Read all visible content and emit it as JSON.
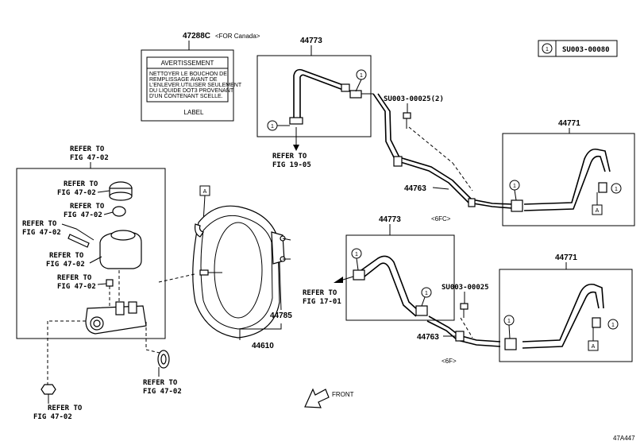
{
  "label_box": {
    "part_number": "47288C",
    "note": "<FOR Canada>",
    "heading": "AVERTISSEMENT",
    "text_lines": [
      "NETTOYER LE BOUCHON DE",
      "REMPLISSAGE AVANT DE",
      "L'ENLEVER.UTILISER SEULEMENT",
      "DU LIQUIDE DOT3 PROVENANT",
      "D'UN CONTENANT SCELLE."
    ],
    "caption": "LABEL"
  },
  "legend": {
    "circle": "1",
    "code": "SU003-00080"
  },
  "parts": {
    "p44773_top": "44773",
    "p44773_mid": "44773",
    "p44771_top": "44771",
    "p44771_bot": "44771",
    "p44763_top": "44763",
    "p44763_bot": "44763",
    "p44785": "44785",
    "p44610": "44610",
    "su_top": "SU003-00025(2)",
    "su_bot": "SU003-00025"
  },
  "refs": {
    "top_left_a": "REFER TO",
    "top_left_b": "FIG 47-02",
    "r1a": "REFER TO",
    "r1b": "FIG 47-02",
    "r2a": "REFER TO",
    "r2b": "FIG 47-02",
    "r3a": "REFER TO",
    "r3b": "FIG 47-02",
    "r4a": "REFER TO",
    "r4b": "FIG 47-02",
    "r5a": "REFER TO",
    "r5b": "FIG 47-02",
    "r6a": "REFER TO",
    "r6b": "FIG 47-02",
    "r7a": "REFER TO",
    "r7b": "FIG 47-02",
    "r19a": "REFER TO",
    "r19b": "FIG 19-05",
    "r17a": "REFER TO",
    "r17b": "FIG 17-01"
  },
  "variants": {
    "top": "<6FC>",
    "bottom": "<6F>"
  },
  "markers": {
    "circle": "1",
    "box": "A"
  },
  "front": "FRONT",
  "diagram_id": "47A447"
}
